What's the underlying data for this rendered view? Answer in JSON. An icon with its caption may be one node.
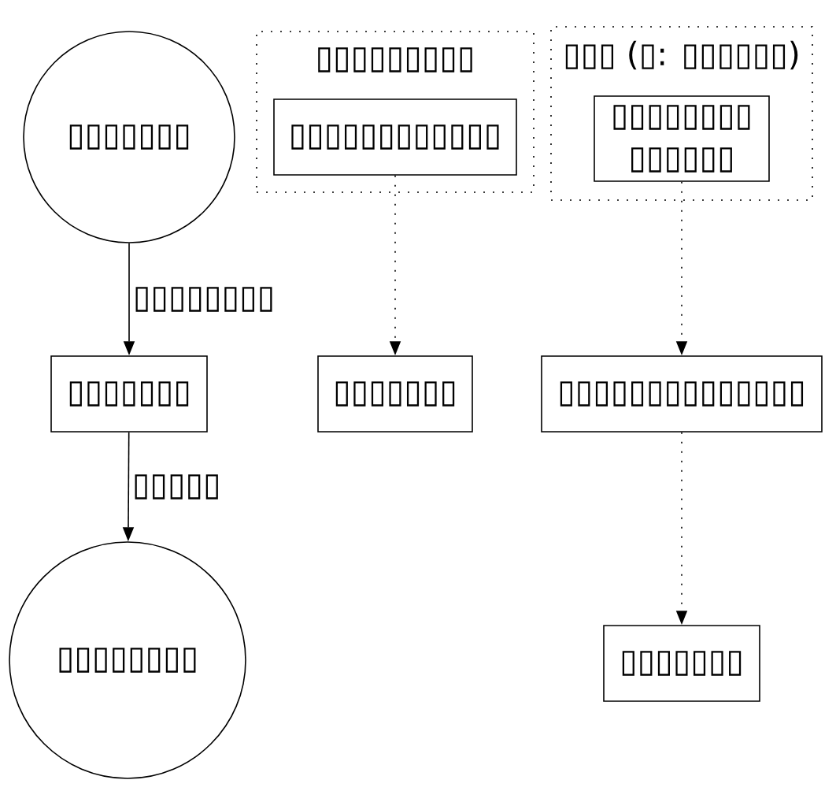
{
  "diagram": {
    "nodes": [
      {
        "text": [
          "▯▯▯▯▯▯▯"
        ]
      },
      {
        "text": [
          "▯▯▯▯▯▯▯▯▯"
        ]
      },
      {
        "text": [
          "▯▯▯▯▯▯▯▯▯▯▯▯"
        ],
        "in": 1
      },
      {
        "text": [
          "▯▯▯ (▯: ▯▯▯▯▯▯)"
        ]
      },
      {
        "text": [
          "▯▯▯▯▯▯▯▯ ▯▯▯▯▯▯"
        ],
        "in": 3
      },
      {
        "text": [
          "▯▯▯▯▯▯▯"
        ]
      },
      {
        "text": [
          "▯▯▯▯▯▯▯"
        ]
      },
      {
        "text": [
          "▯▯▯▯▯▯▯▯▯▯▯▯▯▯"
        ]
      },
      {
        "text": [
          "▯▯▯▯▯▯▯▯"
        ]
      },
      {
        "text": [
          "▯▯▯▯▯▯▯"
        ]
      }
    ],
    "edges": [
      {
        "from": 0,
        "to": 5,
        "arrow": "to",
        "label": "▯▯▯▯▯▯▯▯"
      },
      {
        "from": 5,
        "to": 8,
        "arrow": "to",
        "label": "▯▯▯▯▯"
      },
      {
        "from": 2,
        "to": 6,
        "arrow": "to",
        "style": "dashed"
      },
      {
        "from": 4,
        "to": 7,
        "arrow": "to",
        "style": "dashed"
      },
      {
        "from": 7,
        "to": 9,
        "arrow": "to",
        "style": "dashed"
      }
    ]
  }
}
